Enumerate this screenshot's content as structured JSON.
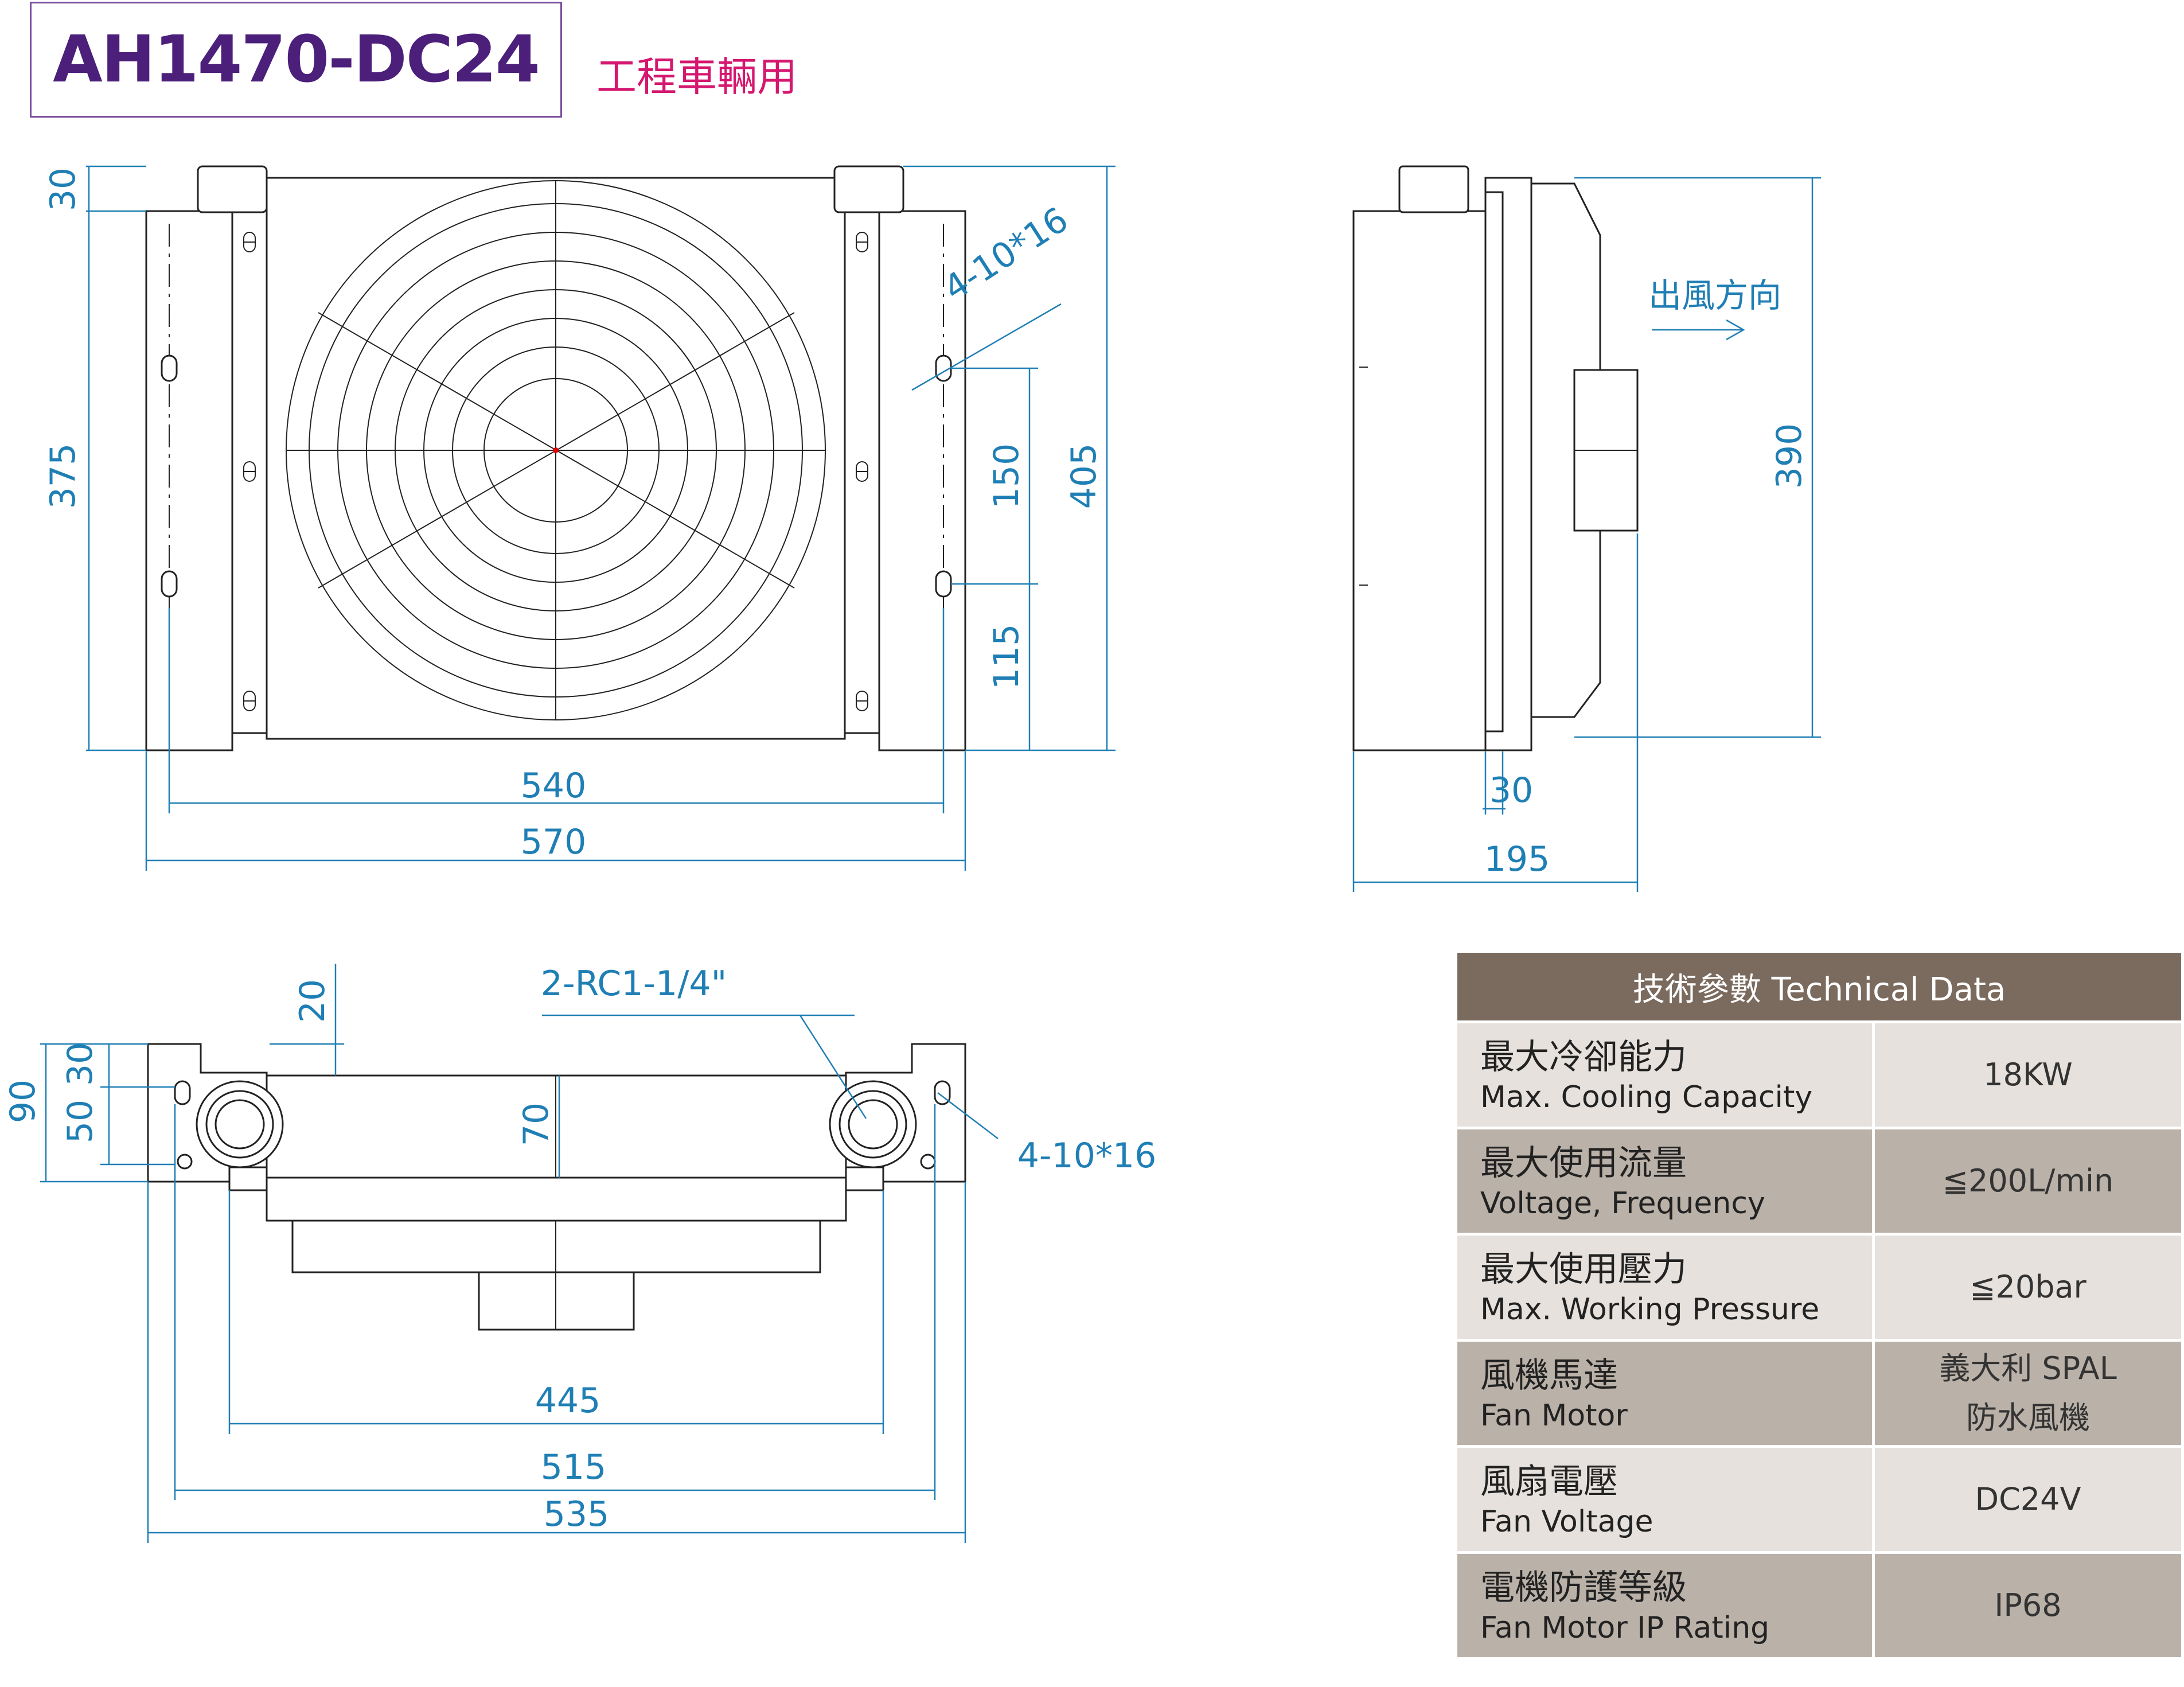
{
  "header": {
    "model": "AH1470-DC24",
    "application": "工程車輛用"
  },
  "front_view": {
    "dims": {
      "top_offset": "30",
      "left_height": "375",
      "hole_spacing": "150",
      "bottom_offset": "115",
      "total_height": "405",
      "inner_width": "540",
      "outer_width": "570",
      "holes": "4-10*16"
    }
  },
  "side_view": {
    "airflow_label": "出風方向",
    "dims": {
      "height": "390",
      "flange": "30",
      "depth": "195"
    }
  },
  "top_view": {
    "dims": {
      "port_offset": "20",
      "ports": "2-RC1-1/4\"",
      "total_depth": "90",
      "d30": "30",
      "d50": "50",
      "d70": "70",
      "holes": "4-10*16",
      "w445": "445",
      "w515": "515",
      "w535": "535"
    }
  },
  "spec_table": {
    "title": "技術參數 Technical Data",
    "rows": [
      {
        "zh": "最大冷卻能力",
        "en": "Max. Cooling Capacity",
        "value": "18KW"
      },
      {
        "zh": "最大使用流量",
        "en": "Voltage, Frequency",
        "value": "≦200L/min"
      },
      {
        "zh": "最大使用壓力",
        "en": "Max. Working Pressure",
        "value": "≦20bar"
      },
      {
        "zh": "風機馬達",
        "en": "Fan Motor",
        "value": "義大利 SPAL",
        "value2": "防水風機"
      },
      {
        "zh": "風扇電壓",
        "en": "Fan Voltage",
        "value": "DC24V"
      },
      {
        "zh": "電機防護等級",
        "en": "Fan Motor IP Rating",
        "value": "IP68"
      }
    ]
  }
}
